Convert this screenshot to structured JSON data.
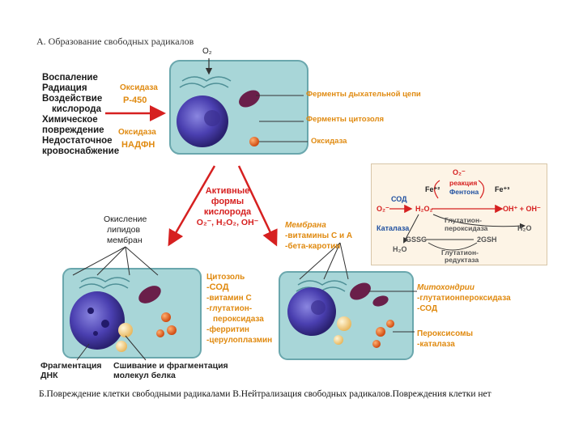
{
  "title_a": "А. Образование свободных радикалов",
  "o2_top": "O₂",
  "causes": [
    "Воспаление",
    "Радиация",
    "Воздействие",
    "кислорода",
    "Химическое",
    "повреждение",
    "Недостаточное",
    "кровоснабжение"
  ],
  "oxidase1": "Оксидаза",
  "p450": "Р-450",
  "oxidase2": "Оксидаза",
  "nadph": "НАДФН",
  "right_labels": {
    "resp_enzymes": "Ферменты дыхательной цепи",
    "cytosol_enzymes": "Ферменты цитозоля",
    "oxidase": "Оксидаза"
  },
  "ros": {
    "line1": "Активные",
    "line2": "формы",
    "line3": "кислорода",
    "formula": "O₂⁻, H₂O₂, OH⁻"
  },
  "lipid": [
    "Окисление",
    "липидов",
    "мембран"
  ],
  "membrane": {
    "title": "Мембрана",
    "items": [
      "-витамины С и А",
      "-бета-каротин"
    ]
  },
  "cytosol": {
    "title": "Цитозоль",
    "items": [
      "-СОД",
      "-витамин С",
      "-глутатион-",
      "пероксидаза",
      "-ферритин",
      "-церулоплазмин"
    ]
  },
  "mito": {
    "title": "Митохондрии",
    "items": [
      "-глутатионпероксидаза",
      "-СОД"
    ]
  },
  "perox": {
    "title": "Пероксисомы",
    "items": [
      "-каталаза"
    ]
  },
  "dna": [
    "Фрагментация",
    "ДНК"
  ],
  "protein": [
    "Сшивание и фрагментация",
    "молекул белка"
  ],
  "caption": "Б.Повреждение клетки свободными радикалами  В.Нейтрализация свободных радикалов.Повреждения клетки нет",
  "reactions": {
    "o2_top": "O₂⁻",
    "fe2": "Fe⁺²",
    "fe3": "Fe⁺³",
    "fenton": "реакция",
    "fenton2": "Фентона",
    "sod": "СОД",
    "o2": "O₂⁻",
    "h2o2": "H₂O₂",
    "oh": "OH⁺ + OH⁻",
    "catalase": "Каталаза",
    "gpx1": "Глутатион-",
    "gpx2": "пероксидаза",
    "gssg": "GSSG",
    "gsh": "2GSH",
    "h2o_left": "H₂O",
    "h2o_right": "H₂O",
    "gr1": "Глутатион-",
    "gr2": "редуктаза"
  },
  "colors": {
    "cell_fill": "#a8d6d8",
    "cell_border": "#6aa7ad",
    "nucleus": "#4a3fb0",
    "mito": "#6a1f4a",
    "arrow_red": "#d62020",
    "label_orange": "#e08a10"
  }
}
